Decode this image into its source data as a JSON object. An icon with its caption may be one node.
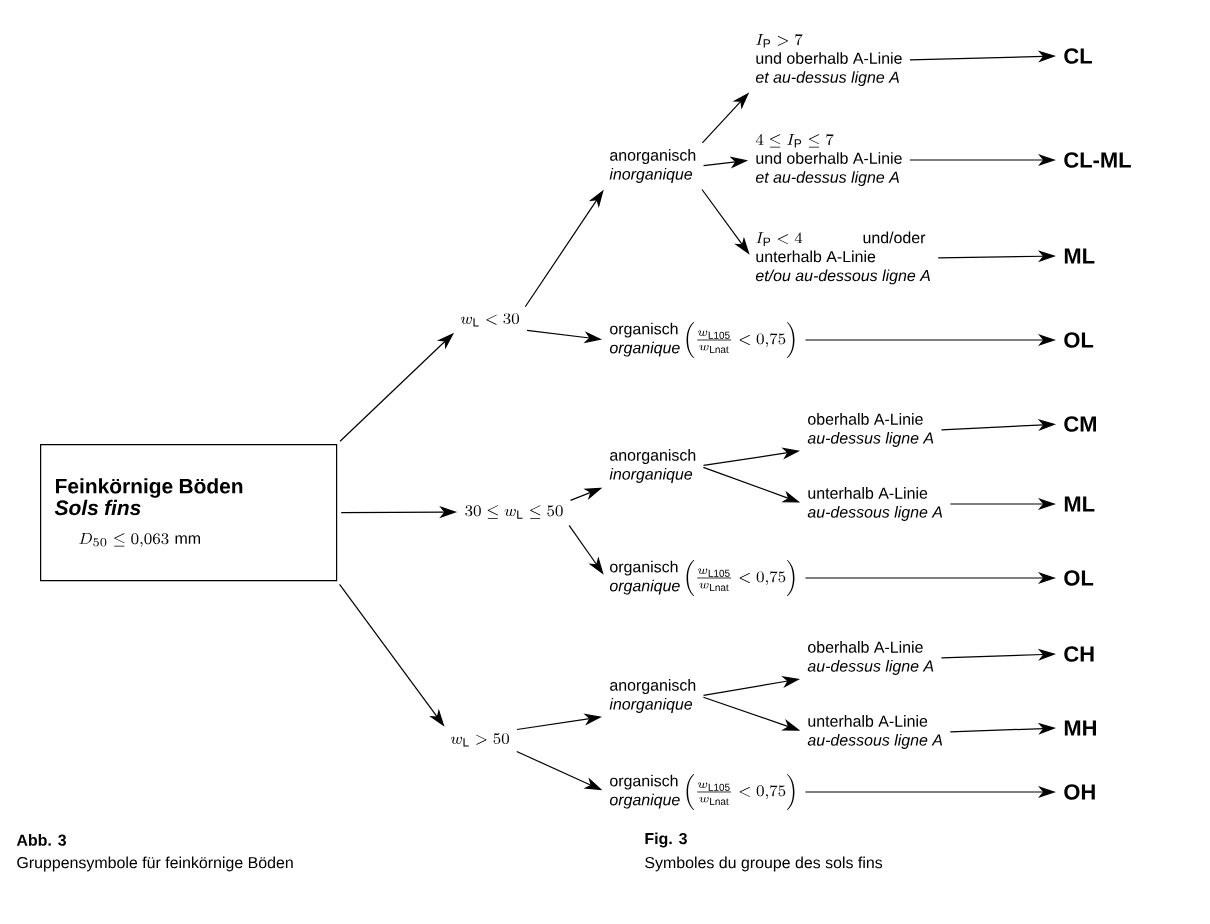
{
  "diagram": {
    "nodes": [
      {
        "text": [
          "Feinkörnige Böden",
          "Sols fins",
          "D_{50} \\le 0{,}063\\ \\mathrm{mm}"
        ]
      },
      {
        "text": [
          "w_{\\mathrm{L}} < 30"
        ]
      },
      {
        "text": [
          "30 \\le w_{\\mathrm{L}} \\le 50"
        ]
      },
      {
        "text": [
          "w_{\\mathrm{L}} > 50"
        ]
      },
      {
        "text": [
          "anorganisch",
          "inorganique"
        ]
      },
      {
        "text": [
          "I_{\\mathrm{P}} > 7",
          "und oberhalb A-Linie",
          "et au-dessus ligne A"
        ]
      },
      {
        "text": [
          "CL"
        ]
      },
      {
        "text": [
          "4 \\le I_{\\mathrm{P}} \\le 7",
          "und oberhalb A-Linie",
          "et au-dessus ligne A"
        ]
      },
      {
        "text": [
          "CL-ML"
        ]
      },
      {
        "text": [
          "I_{\\mathrm{P}} < 4",
          "und/oder",
          "unterhalb A-Linie",
          "et/ou au-dessous ligne A"
        ]
      },
      {
        "text": [
          "ML"
        ]
      },
      {
        "text": [
          "organisch",
          "organique",
          "\\Bigl(\\frac{w_{\\mathrm{L105}}}{w_{\\mathrm{Lnat}}} < 0{,}75\\Bigr)"
        ]
      },
      {
        "text": [
          "OL"
        ]
      },
      {
        "text": [
          "anorganisch",
          "inorganique"
        ]
      },
      {
        "text": [
          "oberhalb A-Linie",
          "au-dessus ligne A"
        ]
      },
      {
        "text": [
          "CM"
        ]
      },
      {
        "text": [
          "unterhalb A-Linie",
          "au-dessous ligne A"
        ]
      },
      {
        "text": [
          "ML"
        ]
      },
      {
        "text": [
          "organisch",
          "organique",
          "\\Bigl(\\frac{w_{\\mathrm{L105}}}{w_{\\mathrm{Lnat}}} < 0{,}75\\Bigr)"
        ]
      },
      {
        "text": [
          "OL"
        ]
      },
      {
        "text": [
          "anorganisch",
          "inorganique"
        ]
      },
      {
        "text": [
          "oberhalb A-Linie",
          "au-dessus ligne A"
        ]
      },
      {
        "text": [
          "CH"
        ]
      },
      {
        "text": [
          "unterhalb A-Linie",
          "au-dessous ligne A"
        ]
      },
      {
        "text": [
          "MH"
        ]
      },
      {
        "text": [
          "organisch",
          "organique",
          "\\Bigl(\\frac{w_{\\mathrm{L105}}}{w_{\\mathrm{Lnat}}} < 0{,}75\\Bigr)"
        ]
      },
      {
        "text": [
          "OH"
        ]
      }
    ],
    "edges": [
      {
        "from": 0,
        "to": 1,
        "arrow": "to"
      },
      {
        "from": 0,
        "to": 2,
        "arrow": "to"
      },
      {
        "from": 0,
        "to": 3,
        "arrow": "to"
      },
      {
        "from": 1,
        "to": 4,
        "arrow": "to"
      },
      {
        "from": 1,
        "to": 11,
        "arrow": "to"
      },
      {
        "from": 4,
        "to": 5,
        "arrow": "to"
      },
      {
        "from": 4,
        "to": 7,
        "arrow": "to"
      },
      {
        "from": 4,
        "to": 9,
        "arrow": "to"
      },
      {
        "from": 5,
        "to": 6,
        "arrow": "to"
      },
      {
        "from": 7,
        "to": 8,
        "arrow": "to"
      },
      {
        "from": 9,
        "to": 10,
        "arrow": "to"
      },
      {
        "from": 11,
        "to": 12,
        "arrow": "to"
      },
      {
        "from": 2,
        "to": 13,
        "arrow": "to"
      },
      {
        "from": 2,
        "to": 18,
        "arrow": "to"
      },
      {
        "from": 13,
        "to": 14,
        "arrow": "to"
      },
      {
        "from": 13,
        "to": 16,
        "arrow": "to"
      },
      {
        "from": 14,
        "to": 15,
        "arrow": "to"
      },
      {
        "from": 16,
        "to": 17,
        "arrow": "to"
      },
      {
        "from": 18,
        "to": 19,
        "arrow": "to"
      },
      {
        "from": 3,
        "to": 20,
        "arrow": "to"
      },
      {
        "from": 3,
        "to": 25,
        "arrow": "to"
      },
      {
        "from": 20,
        "to": 21,
        "arrow": "to"
      },
      {
        "from": 20,
        "to": 23,
        "arrow": "to"
      },
      {
        "from": 21,
        "to": 22,
        "arrow": "to"
      },
      {
        "from": 23,
        "to": 24,
        "arrow": "to"
      },
      {
        "from": 25,
        "to": 26,
        "arrow": "to"
      }
    ],
    "labels": [
      "Abb. 3",
      "Gruppensymbole für feinkörnige Böden",
      "Fig. 3",
      "Symboles du groupe des sols fins"
    ]
  }
}
